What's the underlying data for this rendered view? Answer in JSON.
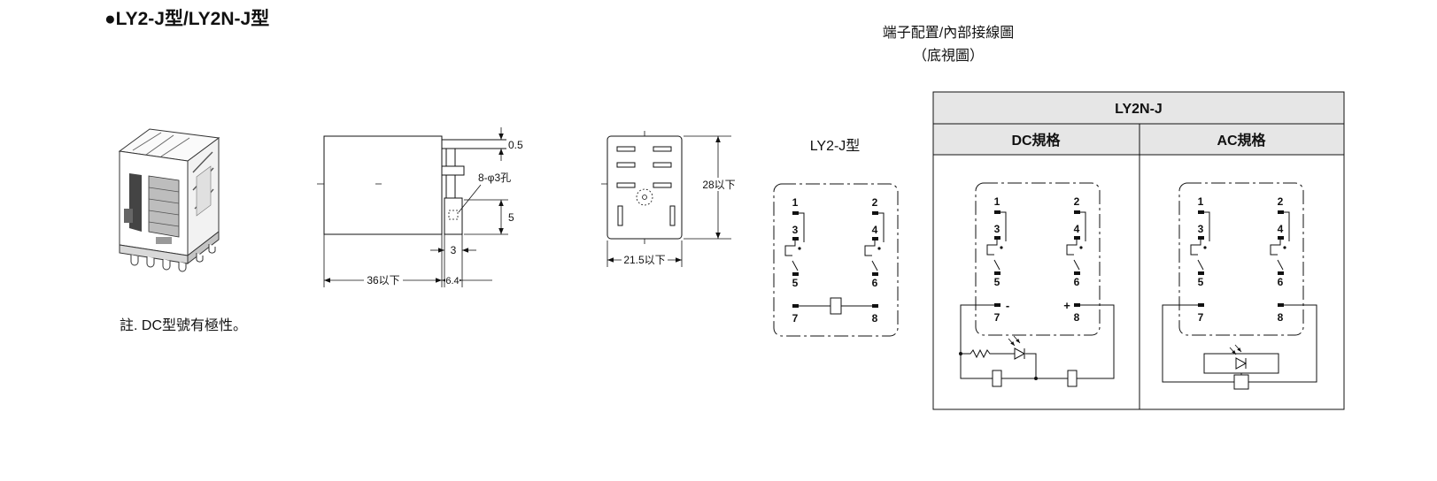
{
  "title": "●LY2-J型/LY2N-J型",
  "note": "註. DC型號有極性。",
  "terminal_section": {
    "heading": "端子配置/內部接線圖",
    "subheading": "（底視圖）"
  },
  "side_view": {
    "dim_pin_thickness": "0.5",
    "dim_holes": "8-φ3孔",
    "dim_pin_height": "5",
    "dim_pin_width": "3",
    "dim_body_length": "36以下",
    "dim_pin_length": "6.4"
  },
  "bottom_view": {
    "dim_height": "28以下",
    "dim_width": "21.5以下"
  },
  "ly2j": {
    "label": "LY2-J型",
    "terminals": [
      "1",
      "2",
      "3",
      "4",
      "5",
      "6",
      "7",
      "8"
    ]
  },
  "ly2nj_table": {
    "header": "LY2N-J",
    "dc_label": "DC規格",
    "ac_label": "AC規格"
  },
  "dc_diagram": {
    "terminals": [
      "1",
      "2",
      "3",
      "4",
      "5",
      "6",
      "7",
      "8"
    ],
    "polarity_minus": "-",
    "polarity_plus": "+"
  },
  "ac_diagram": {
    "terminals": [
      "1",
      "2",
      "3",
      "4",
      "5",
      "6",
      "7",
      "8"
    ]
  }
}
